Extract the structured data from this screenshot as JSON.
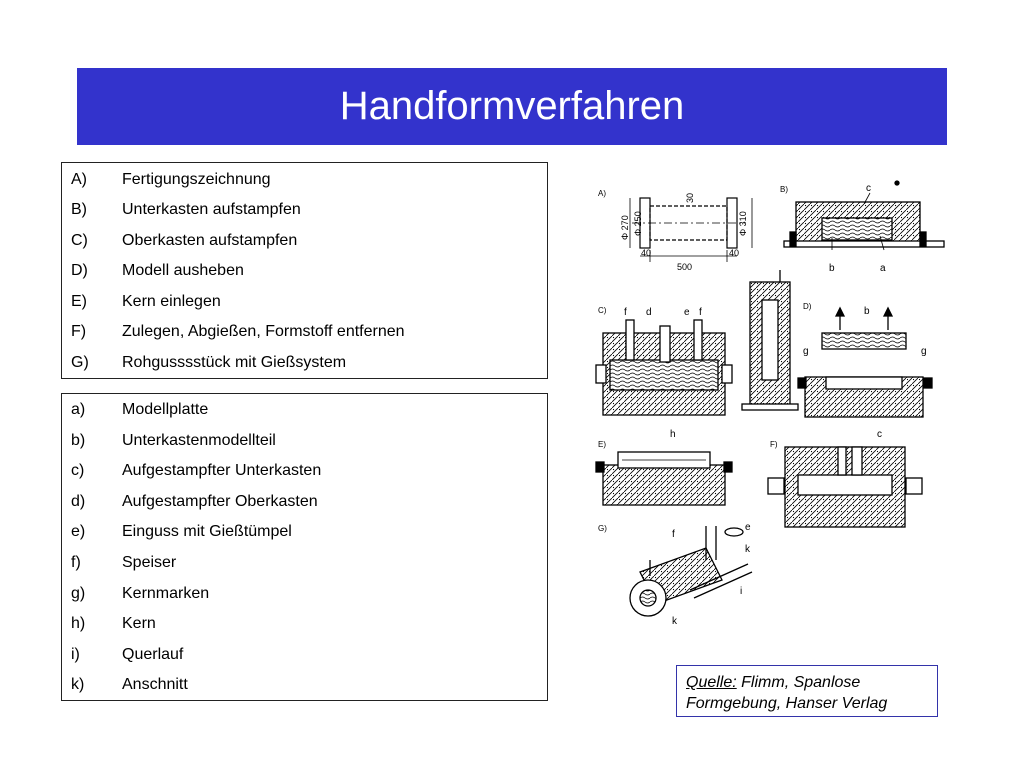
{
  "slide": {
    "title": "Handformverfahren"
  },
  "steps": [
    {
      "key": "A)",
      "text": "Fertigungszeichnung"
    },
    {
      "key": "B)",
      "text": "Unterkasten aufstampfen"
    },
    {
      "key": "C)",
      "text": "Oberkasten aufstampfen"
    },
    {
      "key": "D)",
      "text": "Modell ausheben"
    },
    {
      "key": "E)",
      "text": "Kern einlegen"
    },
    {
      "key": "F)",
      "text": "Zulegen, Abgießen, Formstoff entfernen"
    },
    {
      "key": "G)",
      "text": "Rohgusssstück mit Gießsystem"
    }
  ],
  "legend": [
    {
      "key": "a)",
      "text": "Modellplatte"
    },
    {
      "key": "b)",
      "text": "Unterkastenmodellteil"
    },
    {
      "key": "c)",
      "text": "Aufgestampfter Unterkasten"
    },
    {
      "key": "d)",
      "text": "Aufgestampfter Oberkasten"
    },
    {
      "key": "e)",
      "text": "Einguss mit Gießtümpel"
    },
    {
      "key": "f)",
      "text": "Speiser"
    },
    {
      "key": "g)",
      "text": "Kernmarken"
    },
    {
      "key": "h)",
      "text": "Kern"
    },
    {
      "key": "i)",
      "text": "Querlauf"
    },
    {
      "key": "k)",
      "text": "Anschnitt"
    }
  ],
  "figure": {
    "panel_labels": [
      "A)",
      "B)",
      "C)",
      "D)",
      "E)",
      "F)",
      "G)"
    ],
    "dimensions": [
      "30",
      "Φ 270",
      "Φ 250",
      "Φ 310",
      "40",
      "500",
      "40"
    ],
    "part_letters": [
      "c",
      "b",
      "a",
      "f",
      "d",
      "e",
      "f",
      "b",
      "g",
      "g",
      "c",
      "h",
      "e",
      "k",
      "f",
      "i",
      "k"
    ]
  },
  "source": {
    "label": "Quelle:",
    "line1": " Flimm, Spanlose",
    "line2": "Formgebung, Hanser Verlag"
  },
  "colors": {
    "title_bg": "#3333cc",
    "title_text": "#ffffff",
    "source_border": "#3333aa"
  }
}
